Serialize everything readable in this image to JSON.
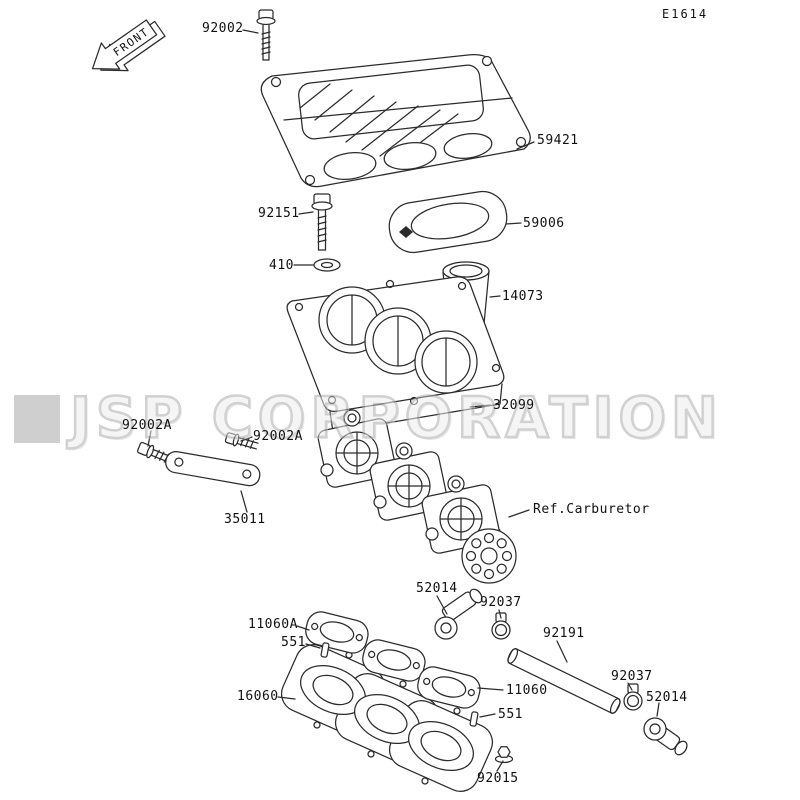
{
  "diagram": {
    "code": "E1614",
    "front_label": "FRONT",
    "watermark": "JSP CORPORATION",
    "parts": [
      {
        "number": "92002"
      },
      {
        "number": "59421"
      },
      {
        "number": "92151"
      },
      {
        "number": "59006"
      },
      {
        "number": "410"
      },
      {
        "number": "14073"
      },
      {
        "number": "32099"
      },
      {
        "number": "92002A"
      },
      {
        "number": "92002A"
      },
      {
        "number": "35011"
      },
      {
        "number": "Ref.Carburetor"
      },
      {
        "number": "52014"
      },
      {
        "number": "92037"
      },
      {
        "number": "11060A"
      },
      {
        "number": "551"
      },
      {
        "number": "92191"
      },
      {
        "number": "16060"
      },
      {
        "number": "11060"
      },
      {
        "number": "92037"
      },
      {
        "number": "52014"
      },
      {
        "number": "551"
      },
      {
        "number": "92015"
      }
    ]
  }
}
